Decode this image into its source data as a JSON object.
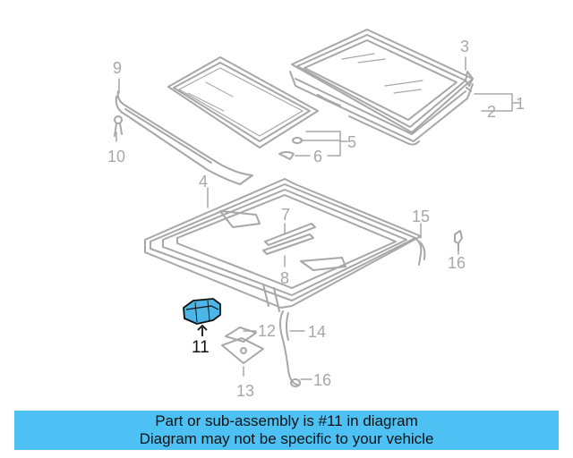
{
  "callouts": {
    "c1": "1",
    "c2": "2",
    "c3": "3",
    "c4": "4",
    "c5": "5",
    "c6": "6",
    "c7": "7",
    "c8": "8",
    "c9": "9",
    "c10": "10",
    "c11": "11",
    "c12": "12",
    "c13": "13",
    "c14": "14",
    "c15": "15",
    "c16a": "16",
    "c16b": "16"
  },
  "highlight_part": "11",
  "colors": {
    "outline": "#a7a7a7",
    "highlight_fill": "#4cb6e8",
    "highlight_stroke": "#111111",
    "banner_bg": "#4dc1f4",
    "banner_text": "#111111"
  },
  "banner": {
    "line1": "Part or sub-assembly is #11 in diagram",
    "line2": "Diagram may not be specific to your vehicle"
  }
}
